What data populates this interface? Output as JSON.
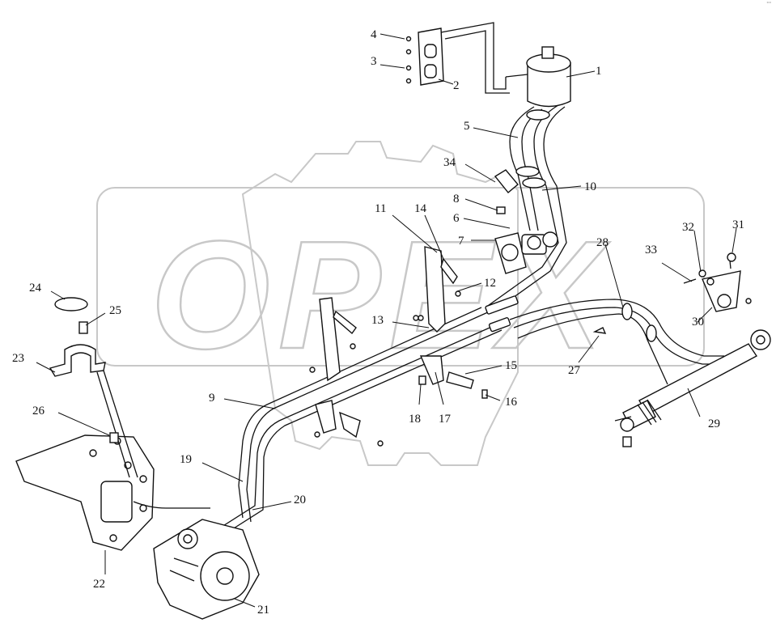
{
  "watermark": "OPEX",
  "corner_mark": "°°",
  "callouts": [
    {
      "id": "c1",
      "text": "1"
    },
    {
      "id": "c2",
      "text": "2"
    },
    {
      "id": "c3",
      "text": "3"
    },
    {
      "id": "c4",
      "text": "4"
    },
    {
      "id": "c5",
      "text": "5"
    },
    {
      "id": "c6",
      "text": "6"
    },
    {
      "id": "c7",
      "text": "7"
    },
    {
      "id": "c8",
      "text": "8"
    },
    {
      "id": "c9",
      "text": "9"
    },
    {
      "id": "c10",
      "text": "10"
    },
    {
      "id": "c11",
      "text": "11"
    },
    {
      "id": "c12",
      "text": "12"
    },
    {
      "id": "c13",
      "text": "13"
    },
    {
      "id": "c14",
      "text": "14"
    },
    {
      "id": "c15",
      "text": "15"
    },
    {
      "id": "c16",
      "text": "16"
    },
    {
      "id": "c17",
      "text": "17"
    },
    {
      "id": "c18",
      "text": "18"
    },
    {
      "id": "c19",
      "text": "19"
    },
    {
      "id": "c20",
      "text": "20"
    },
    {
      "id": "c21",
      "text": "21"
    },
    {
      "id": "c22",
      "text": "22"
    },
    {
      "id": "c23",
      "text": "23"
    },
    {
      "id": "c24",
      "text": "24"
    },
    {
      "id": "c25",
      "text": "25"
    },
    {
      "id": "c26",
      "text": "26"
    },
    {
      "id": "c27",
      "text": "27"
    },
    {
      "id": "c28",
      "text": "28"
    },
    {
      "id": "c29",
      "text": "29"
    },
    {
      "id": "c30",
      "text": "30"
    },
    {
      "id": "c31",
      "text": "31"
    },
    {
      "id": "c32",
      "text": "32"
    },
    {
      "id": "c33",
      "text": "33"
    },
    {
      "id": "c34",
      "text": "34"
    }
  ]
}
